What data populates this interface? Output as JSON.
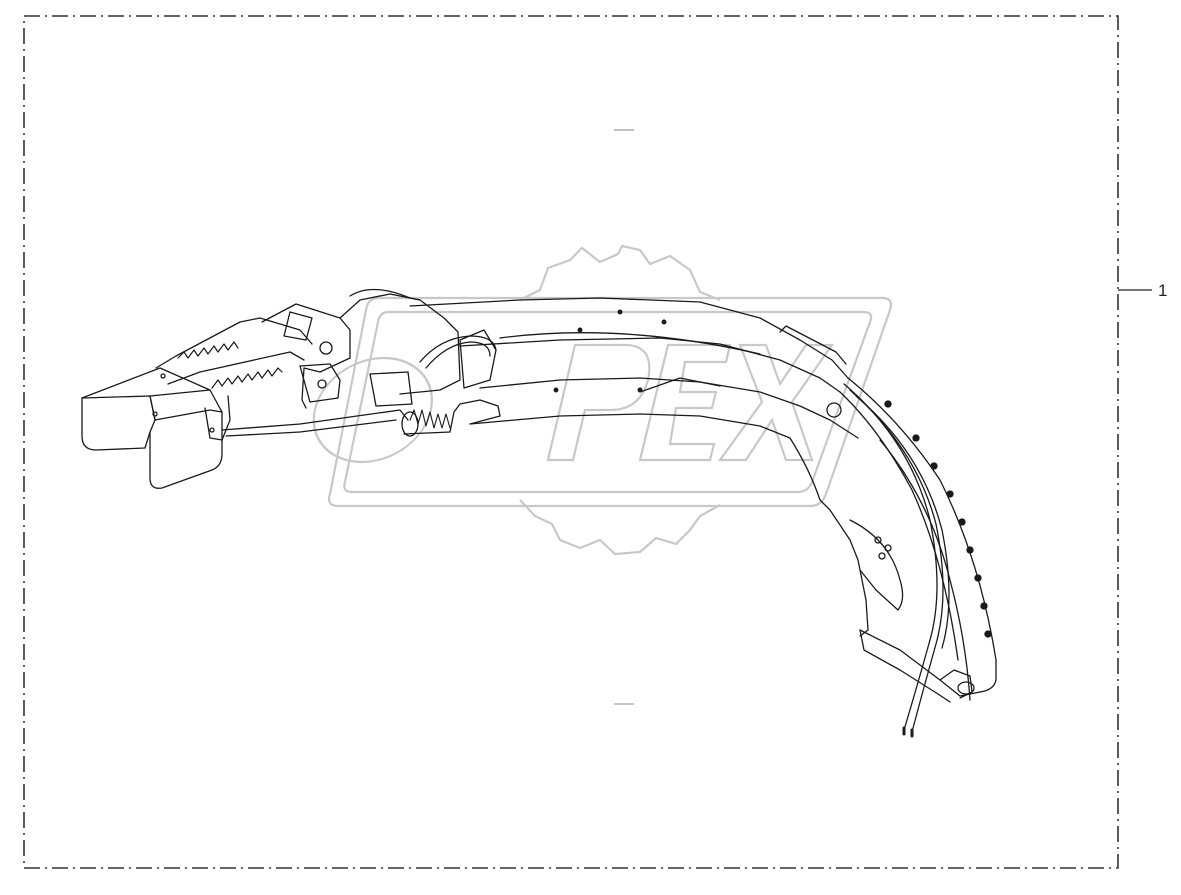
{
  "diagram": {
    "type": "technical-parts-drawing",
    "watermark": {
      "text": "OPEX",
      "style": "gear-outline"
    },
    "callouts": [
      {
        "label": "1"
      }
    ],
    "colors": {
      "line": "#1a1a1a",
      "border": "#333333",
      "watermark": "#c8c8c8",
      "background": "#ffffff"
    }
  }
}
